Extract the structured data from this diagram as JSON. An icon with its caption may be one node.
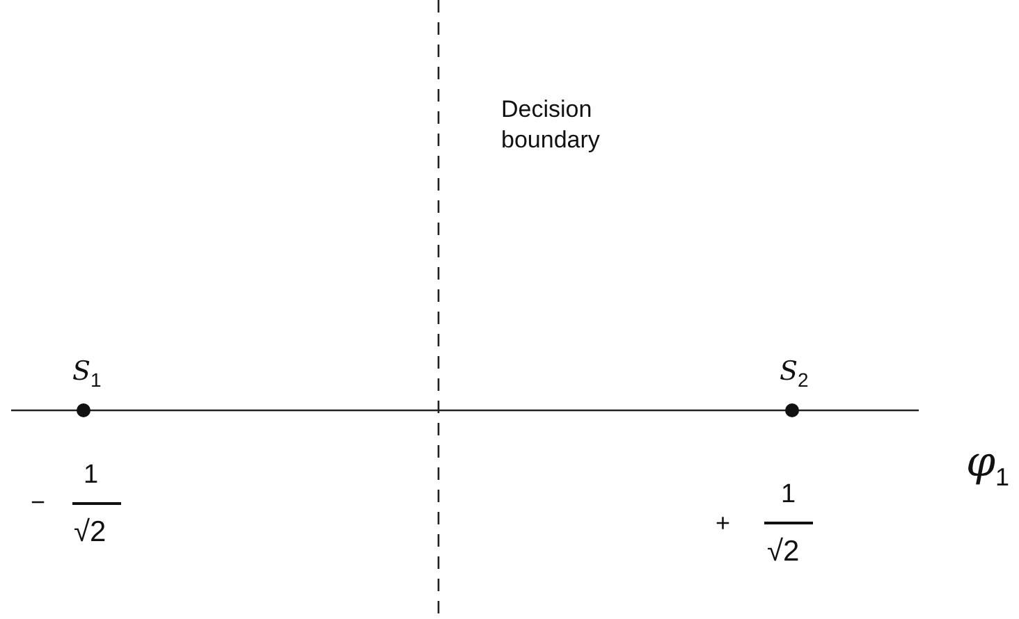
{
  "diagram": {
    "nodes": [
      {
        "text": [],
        "shape": "circle",
        "beside": [
          "S$_{1}$"
        ]
      },
      {
        "text": [],
        "shape": "circle",
        "beside": [
          "S$_{2}$"
        ]
      }
    ],
    "labels": [
      "Decision boundary",
      "φ$_{1}$",
      "−",
      "1",
      "√2",
      "+",
      "1",
      "√2"
    ]
  }
}
